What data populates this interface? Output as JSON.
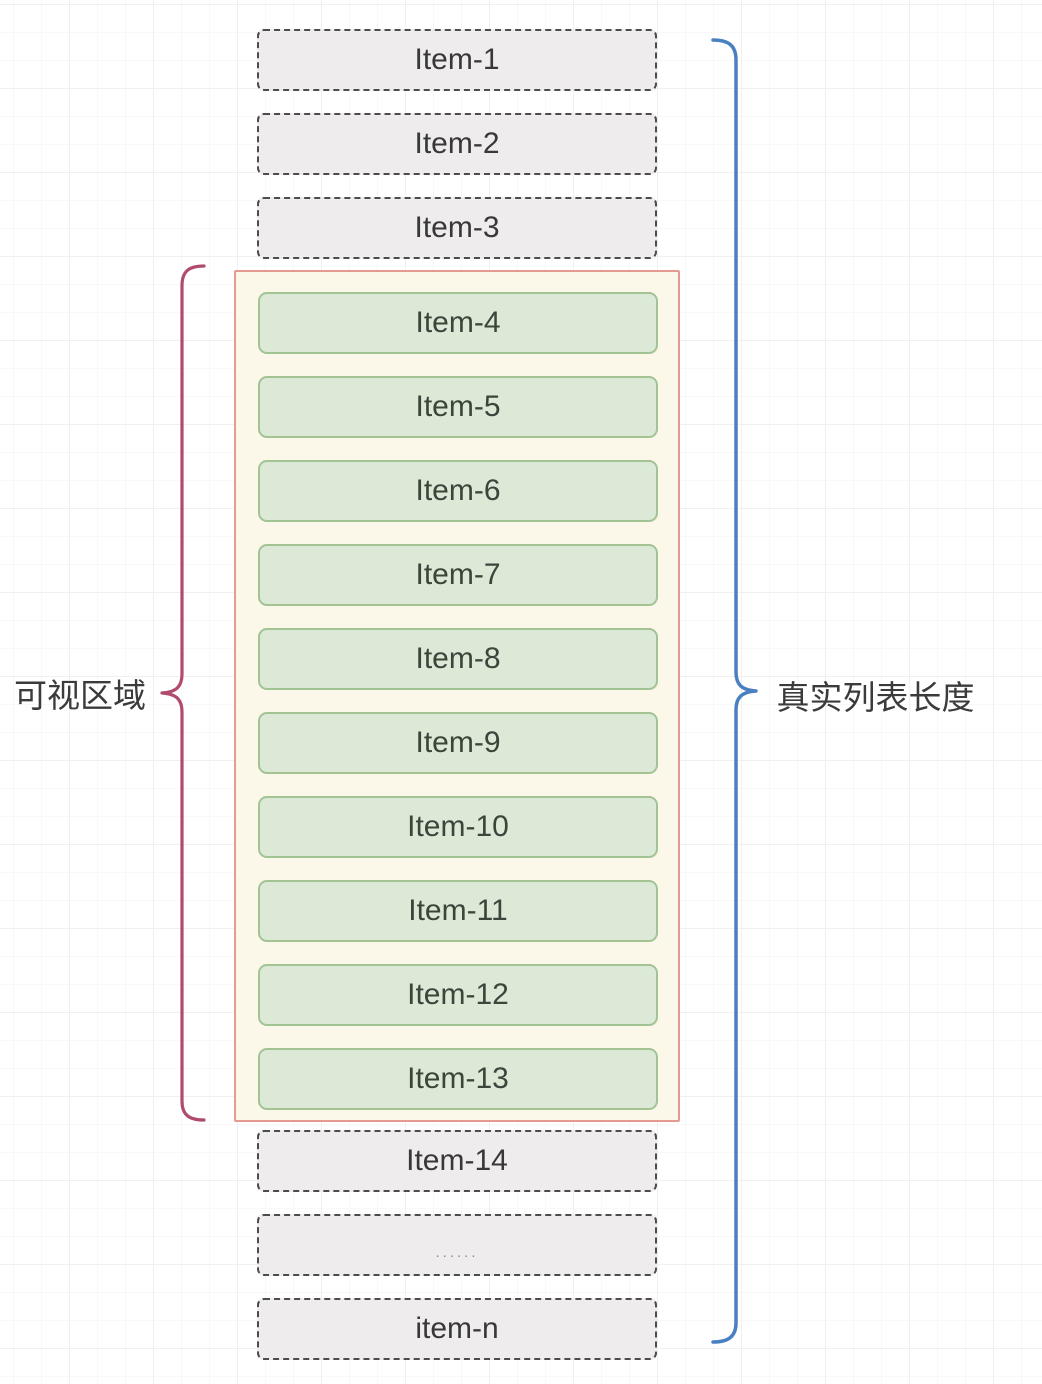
{
  "diagram": {
    "top_items": [
      "Item-1",
      "Item-2",
      "Item-3"
    ],
    "viewport_items": [
      "Item-4",
      "Item-5",
      "Item-6",
      "Item-7",
      "Item-8",
      "Item-9",
      "Item-10",
      "Item-11",
      "Item-12",
      "Item-13"
    ],
    "bottom_items": [
      "Item-14",
      "......",
      "item-n"
    ],
    "left_label": "可视区域",
    "right_label": "真实列表长度",
    "colors": {
      "visible_item_fill": "#dbe9d6",
      "visible_item_border": "#a2c495",
      "viewport_fill": "#fbf8ea",
      "viewport_border": "#e49a92",
      "hidden_item_fill": "#efecee",
      "hidden_item_border": "#4c4c4c",
      "left_brace": "#b04a6e",
      "right_brace": "#4a80c0",
      "item_text": "#383838"
    }
  }
}
